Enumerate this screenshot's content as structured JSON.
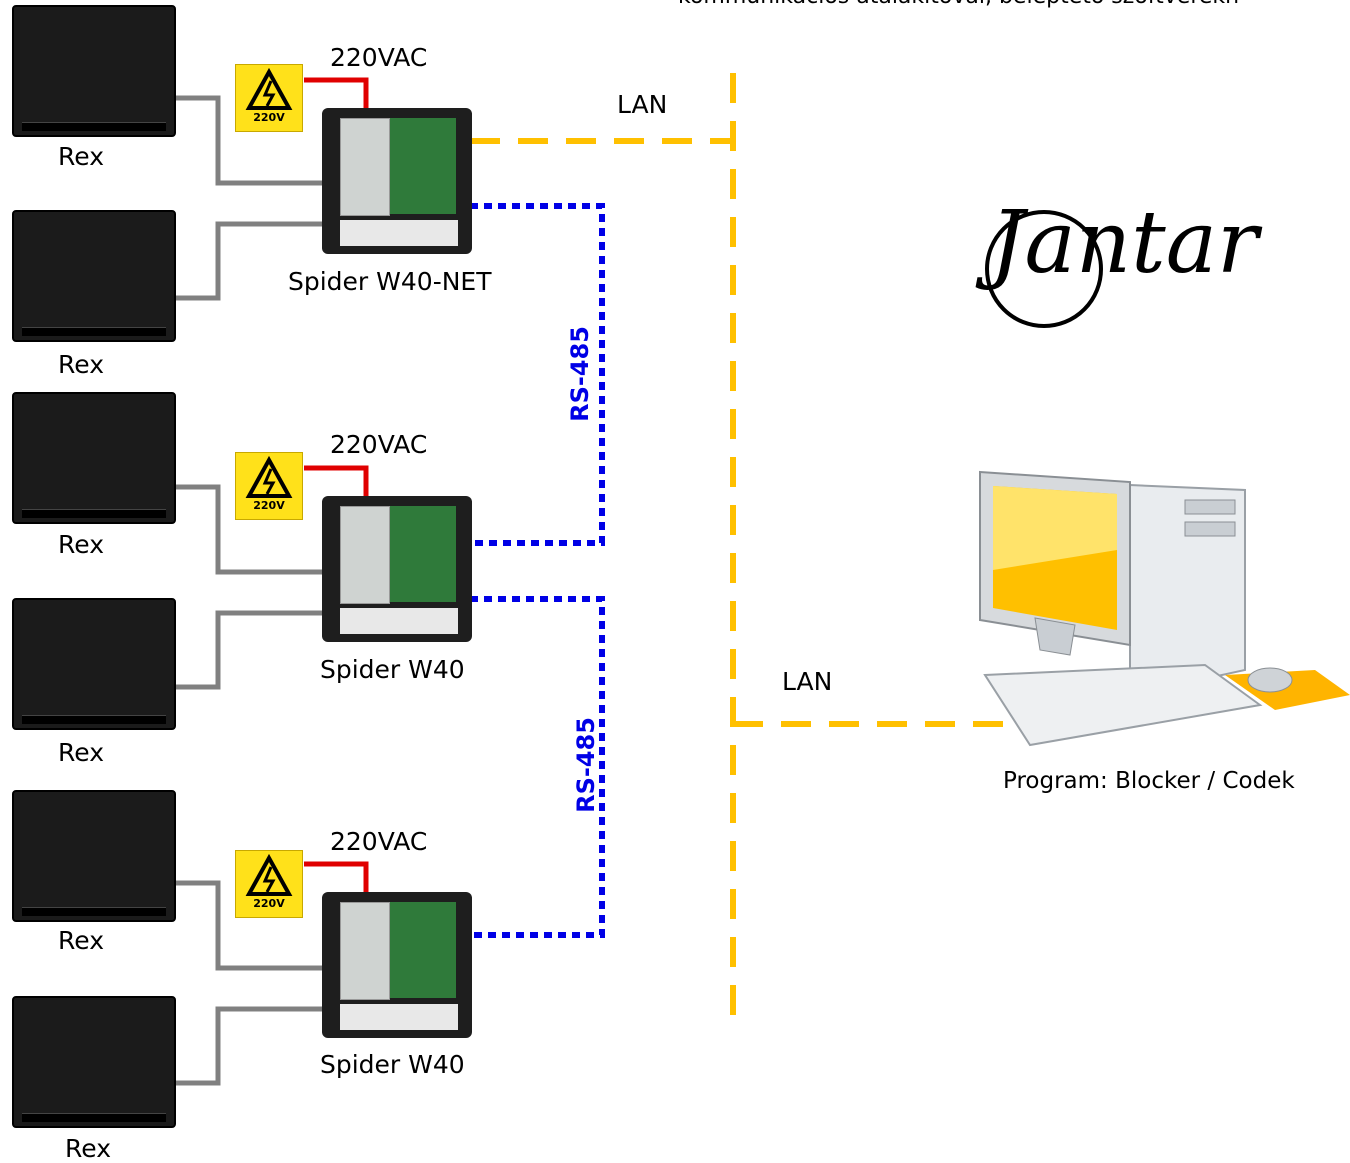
{
  "header": {
    "note": "kommunikációs átalakítóval, beléptető szoftverekh"
  },
  "logo": {
    "text": "Jantar"
  },
  "readers": [
    {
      "label": "Rex"
    },
    {
      "label": "Rex"
    },
    {
      "label": "Rex"
    },
    {
      "label": "Rex"
    },
    {
      "label": "Rex"
    },
    {
      "label": "Rex"
    }
  ],
  "controllers": [
    {
      "name": "Spider W40-NET",
      "power": "220VAC",
      "warning": "220V"
    },
    {
      "name": "Spider W40",
      "power": "220VAC",
      "warning": "220V"
    },
    {
      "name": "Spider W40",
      "power": "220VAC",
      "warning": "220V"
    }
  ],
  "links": {
    "lan_top": "LAN",
    "lan_bottom": "LAN",
    "rs485_a": "RS-485",
    "rs485_b": "RS-485"
  },
  "pc": {
    "caption": "Program: Blocker / Codek"
  },
  "colors": {
    "lan": "#ffc000",
    "rs485": "#0000e6",
    "power": "#e00000",
    "wire": "#808080",
    "warning": "#ffe11a"
  }
}
